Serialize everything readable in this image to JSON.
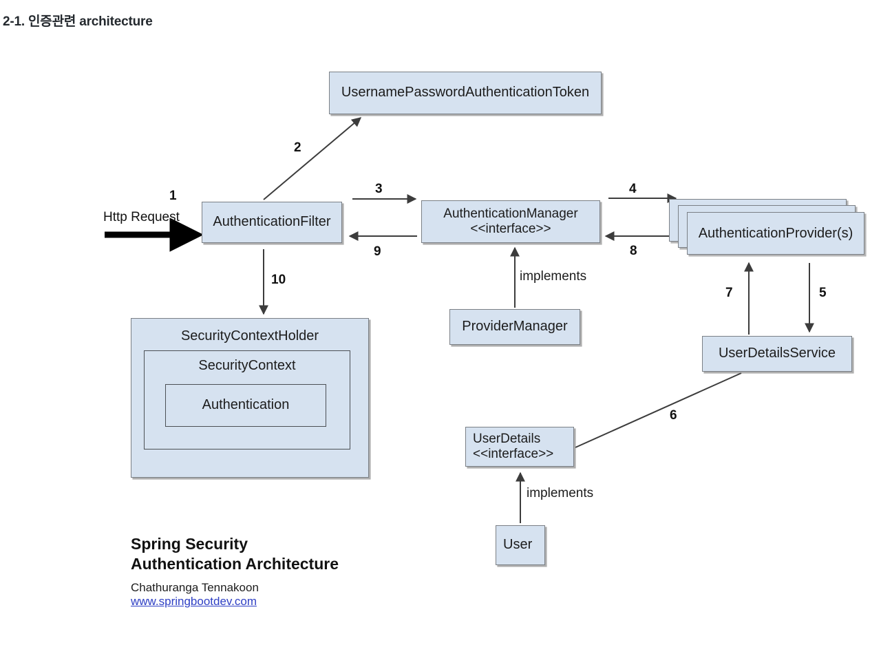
{
  "heading": "2-1. 인증관련 architecture",
  "diagram": {
    "nodes": {
      "token": "UsernamePasswordAuthenticationToken",
      "auth_filter": "AuthenticationFilter",
      "auth_manager": "AuthenticationManager\n<<interface>>",
      "provider_stack": "AuthenticationProvider(s)",
      "provider_manager": "ProviderManager",
      "user_details_service": "UserDetailsService",
      "user_details": "UserDetails\n<<interface>>",
      "user": "User",
      "security_context_holder": "SecurityContextHolder",
      "security_context": "SecurityContext",
      "authentication": "Authentication"
    },
    "edges": {
      "http_request": "Http Request",
      "step1": "1",
      "step2": "2",
      "step3": "3",
      "step4": "4",
      "step5": "5",
      "step6": "6",
      "step7": "7",
      "step8": "8",
      "step9": "9",
      "step10": "10",
      "implements_provider_manager": "implements",
      "implements_user": "implements"
    },
    "colors": {
      "node_fill": "#d6e2f0",
      "node_border": "#7a7f85",
      "inner_border": "#4b4f54",
      "edge_stroke": "#3c3c3c",
      "link": "#2e3fc4"
    }
  },
  "caption": {
    "title": "Spring Security\nAuthentication Architecture",
    "author": "Chathuranga Tennakoon",
    "link": "www.springbootdev.com"
  }
}
